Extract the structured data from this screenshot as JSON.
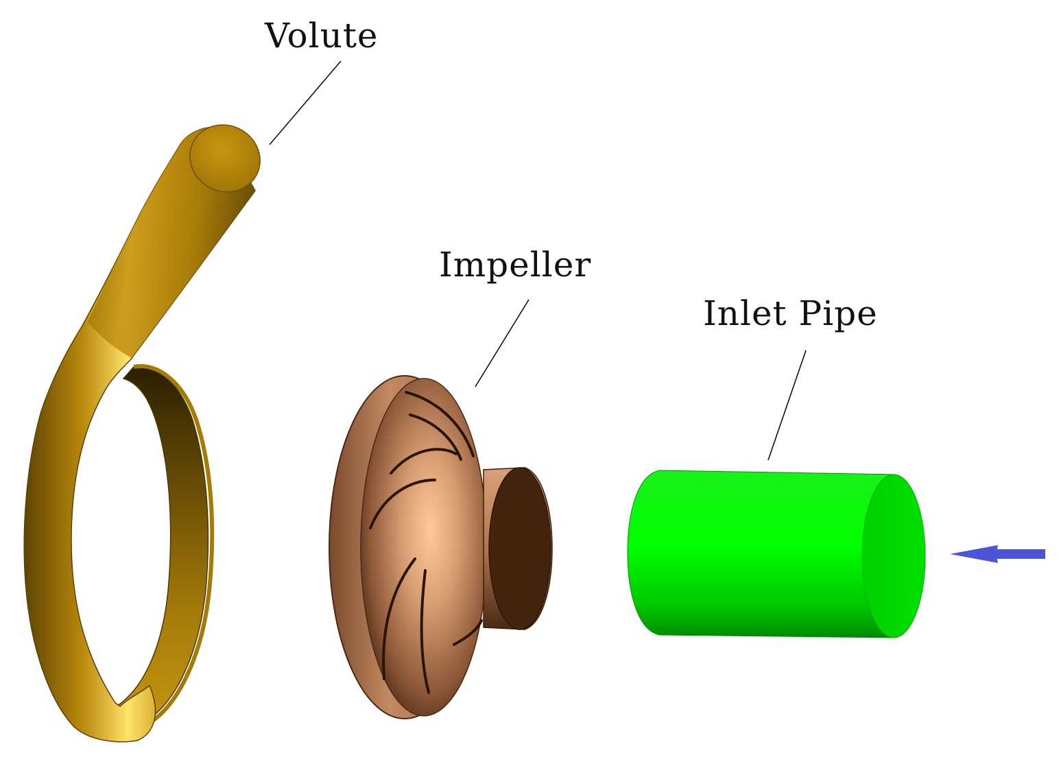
{
  "labels": {
    "volute": "Volute",
    "impeller": "Impeller",
    "inlet_pipe": "Inlet Pipe"
  },
  "components": [
    {
      "name": "volute",
      "color": "#b8870b"
    },
    {
      "name": "impeller",
      "color": "#b97d57"
    },
    {
      "name": "inlet-pipe",
      "color": "#00ff00"
    }
  ],
  "flow_arrow": {
    "direction": "left",
    "color": "#4a55d8"
  }
}
